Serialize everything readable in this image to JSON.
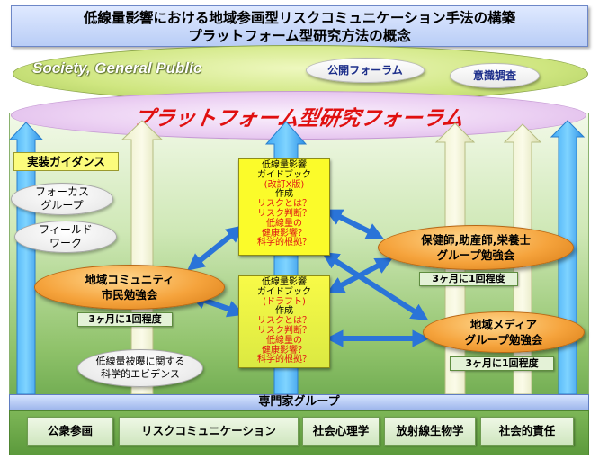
{
  "title": {
    "line1": "低線量影響における地域参画型リスクコミュニケーション手法の構築",
    "line2": "プラットフォーム型研究方法の概念"
  },
  "society": {
    "label": "Society, General Public",
    "forum": "公開フォーラム",
    "survey": "意識調査"
  },
  "platform": {
    "label": "プラットフォーム型研究フォーラム"
  },
  "implementation": {
    "label": "実装ガイダンス",
    "focus_group": [
      "フォーカス",
      "グループ"
    ],
    "field_work": [
      "フィールド",
      "ワーク"
    ]
  },
  "groups": {
    "community": {
      "line1": "地域コミュニティ",
      "line2": "市民勉強会",
      "freq": "3ヶ月に1回程度"
    },
    "health": {
      "line1": "保健師,助産師,栄養士",
      "line2": "グループ勉強会",
      "freq": "3ヶ月に1回程度"
    },
    "media": {
      "line1": "地域メディア",
      "line2": "グループ勉強会",
      "freq": "3ヶ月に1回程度"
    }
  },
  "guidebook_revised": {
    "title1": "低線量影響",
    "title2": "ガイドブック",
    "edition": "(改訂X版)",
    "make": "作成",
    "q1": "リスクとは？",
    "q2": "リスク判断？",
    "q3a": "低線量の",
    "q3b": "健康影響？",
    "q4": "科学的根拠？"
  },
  "guidebook_draft": {
    "title1": "低線量影響",
    "title2": "ガイドブック",
    "edition": "(ドラフト)",
    "make": "作成",
    "q1": "リスクとは？",
    "q2": "リスク判断？",
    "q3a": "低線量の",
    "q3b": "健康影響？",
    "q4": "科学的根拠？"
  },
  "evidence": {
    "line1": "低線量被曝に関する",
    "line2": "科学的エビデンス"
  },
  "experts": {
    "label": "専門家グループ"
  },
  "disciplines": [
    "公衆参画",
    "リスクコミュニケーション",
    "社会心理学",
    "放射線生物学",
    "社会的責任"
  ]
}
